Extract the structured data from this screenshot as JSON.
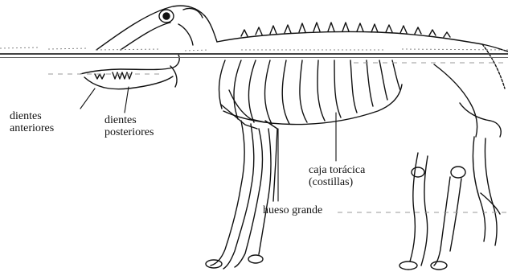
{
  "labels": {
    "front_teeth": [
      "dientes",
      "anteriores"
    ],
    "back_teeth": [
      "dientes",
      "posteriores"
    ],
    "rib_cage": [
      "caja torácica",
      "(costillas)"
    ],
    "big_bone": "hueso grande"
  },
  "colors": {
    "ink": "#111111",
    "paper": "#ffffff",
    "scan_band": "#666666"
  }
}
